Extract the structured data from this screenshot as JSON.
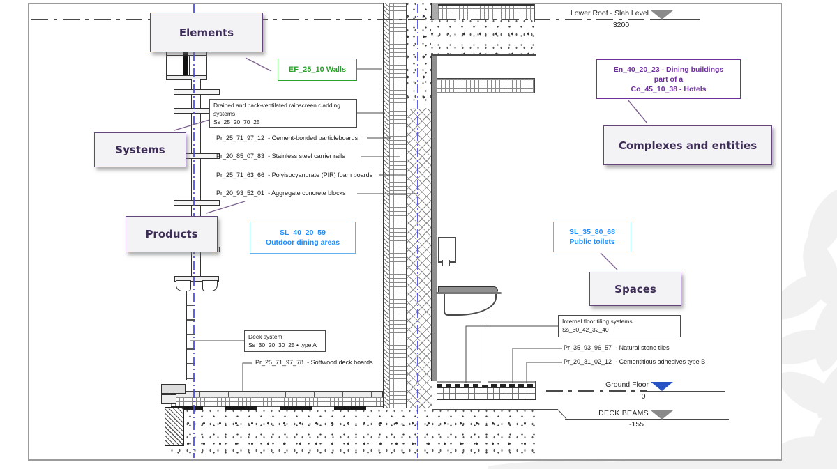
{
  "categories": {
    "elements": "Elements",
    "systems": "Systems",
    "products": "Products",
    "spaces": "Spaces",
    "complexes": "Complexes and entities"
  },
  "tags": {
    "element_wall": "EF_25_10 Walls",
    "entity": [
      "En_40_20_23 - Dining buildings",
      "part of a",
      "Co_45_10_38 - Hotels"
    ],
    "space_outdoor": [
      "SL_40_20_59",
      "Outdoor dining areas"
    ],
    "space_toilet": [
      "SL_35_80_68",
      "Public toilets"
    ]
  },
  "system_labels": {
    "rainscreen": [
      "Drained and back-ventilated rainscreen cladding",
      "systems",
      "Ss_25_20_70_25"
    ],
    "deck": [
      "Deck system",
      "Ss_30_20_30_25 • type A"
    ],
    "floor_tiling": [
      "Internal floor tiling systems",
      "Ss_30_42_32_40"
    ]
  },
  "product_labels": {
    "wall": [
      "Pr_25_71_97_12  - Cement-bonded particleboards",
      "Pr_20_85_07_83  - Stainless steel carrier rails",
      "Pr_25_71_63_66  - Polyisocyanurate (PIR) foam boards",
      "Pr_20_93_52_01  - Aggregate concrete blocks"
    ],
    "deck": "Pr_25_71_97_78  - Softwood deck boards",
    "floor": [
      "Pr_35_93_96_57  - Natural stone tiles",
      "Pr_20_31_02_12  - Cementitious adhesives type B"
    ]
  },
  "levels": {
    "lower_roof": {
      "name": "Lower Roof - Slab Level",
      "elevation": "3200"
    },
    "ground_floor": {
      "name": "Ground Floor",
      "elevation": "0"
    },
    "deck_beams": {
      "name": "DECK BEAMS",
      "elevation": "-155"
    }
  },
  "colors": {
    "category_border": "#63477c",
    "category_text": "#3e2e57",
    "category_fill": "#f3f2f4",
    "element_green": "#28a228",
    "entity_purple": "#7030a0",
    "space_text_blue": "#1e8fff",
    "space_border_blue": "#63b1f0",
    "gridline_blue": "#4444e8",
    "ground_marker_blue": "#2853c4",
    "level_marker_gray": "#8a8a8a",
    "watermark_gray": "#f1f1f1"
  }
}
